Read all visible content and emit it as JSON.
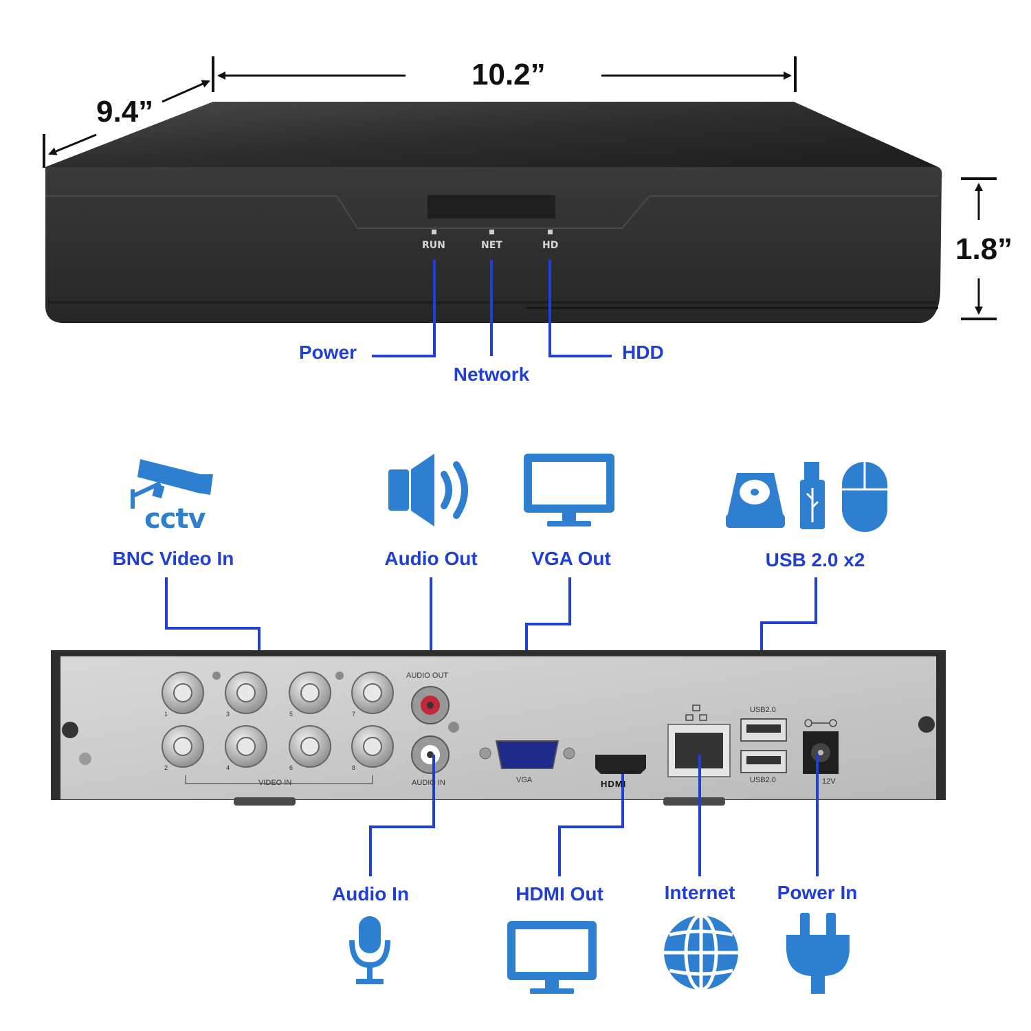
{
  "dimensions": {
    "width": "10.2”",
    "depth": "9.4”",
    "height": "1.8”"
  },
  "front_panel": {
    "leds": [
      "RUN",
      "NET",
      "HD"
    ]
  },
  "front_callouts": {
    "power": "Power",
    "network": "Network",
    "hdd": "HDD"
  },
  "rear_panel": {
    "port_labels": {
      "audio_out": "AUDIO OUT",
      "audio_in": "AUDIO IN",
      "video_in": "VIDEO IN",
      "vga": "VGA",
      "hdmi": "HDMI",
      "usb_top": "USB2.0",
      "usb_bottom": "USB2.0",
      "power": "12V",
      "bnc_numbers": [
        "1",
        "3",
        "5",
        "7",
        "2",
        "4",
        "6",
        "8"
      ]
    }
  },
  "top_callouts": {
    "bnc_video_in": "BNC Video In",
    "audio_out": "Audio Out",
    "vga_out": "VGA Out",
    "usb": "USB 2.0 x2"
  },
  "cctv_icon_text": "cctv",
  "bottom_callouts": {
    "audio_in": "Audio In",
    "hdmi_out": "HDMI Out",
    "internet": "Internet",
    "power_in": "Power In"
  },
  "colors": {
    "callout_blue": "#1f3fd6",
    "icon_blue": "#2f7fd1",
    "device_black": "#2a2a2a",
    "rear_panel_grey": "#c8c8c8"
  }
}
